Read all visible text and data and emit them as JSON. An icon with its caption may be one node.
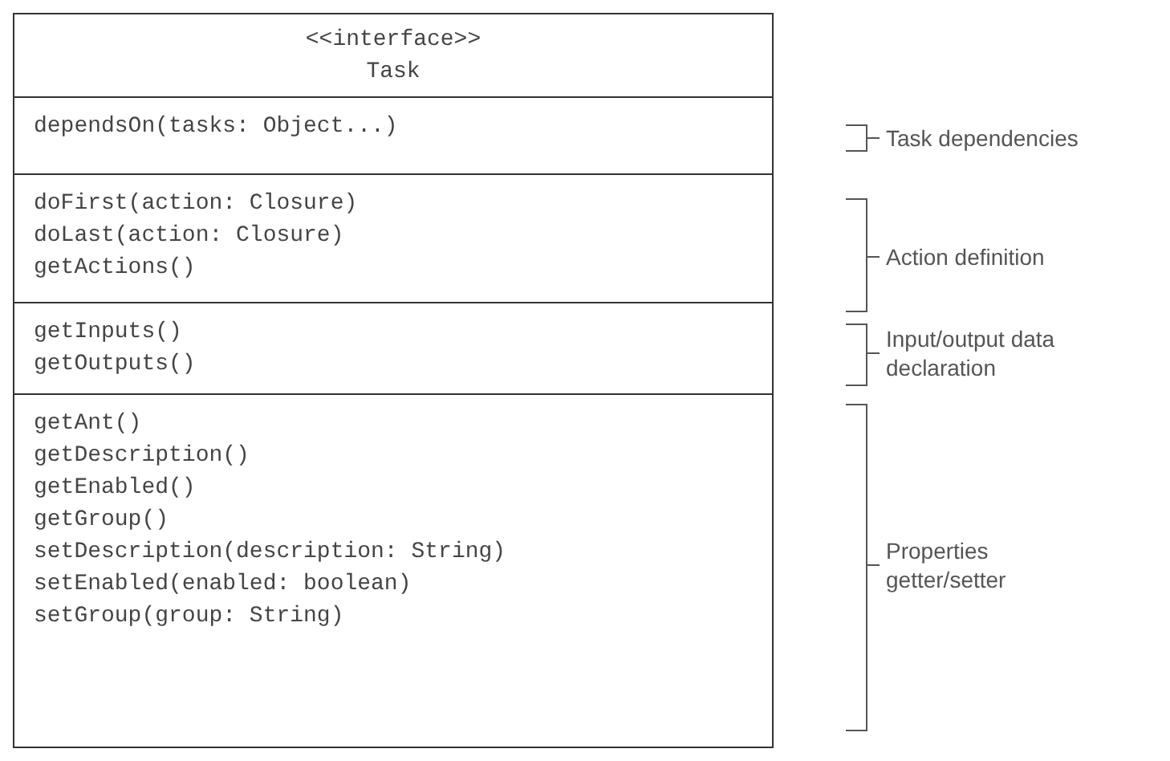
{
  "diagram": {
    "nodes": [
      {
        "text": [
          "<<interface>>",
          "Task"
        ]
      },
      {
        "text": [
          "dependsOn(tasks: Object...)"
        ],
        "in": 0
      },
      {
        "text": [
          "doFirst(action: Closure)",
          "doLast(action: Closure)",
          "getActions()"
        ],
        "in": 0
      },
      {
        "text": [
          "getInputs()",
          "getOutputs()"
        ],
        "in": 0
      },
      {
        "text": [
          "getAnt()",
          "getDescription()",
          "getEnabled()",
          "getGroup()",
          "setDescription(description: String)",
          "setEnabled(enabled: boolean)",
          "setGroup(group: String)"
        ],
        "in": 0
      }
    ],
    "edges": [],
    "labels": [
      "Task dependencies",
      "Action definition",
      "Input/output data declaration",
      "Properties getter/setter"
    ]
  }
}
